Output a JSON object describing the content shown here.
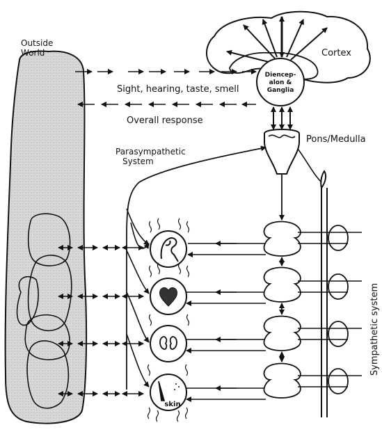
{
  "labels": {
    "outside_world": [
      "Outside",
      "World"
    ],
    "cortex": "Cortex",
    "sensory": "Sight, hearing, taste, smell",
    "response": "Overall response",
    "diencephalon": [
      "Diencep-",
      "alon &",
      "Ganglia"
    ],
    "pons": "Pons/Medulla",
    "parasympathetic": [
      "Parasympathetic",
      "System"
    ],
    "sympathetic": "Sympathetic system",
    "skin": "skin"
  },
  "organs": [
    "muscle",
    "heart",
    "kidneys",
    "skin"
  ],
  "colors": {
    "ink": "#111111",
    "world_fill": "#d6d6d6"
  }
}
